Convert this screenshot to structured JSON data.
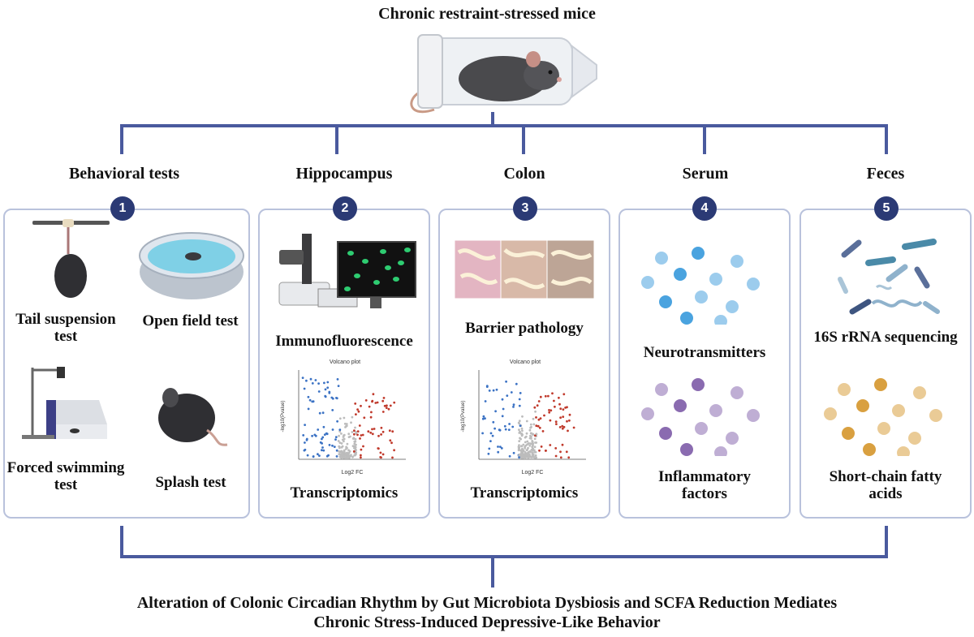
{
  "title": "Chronic restraint-stressed mice",
  "sections": [
    {
      "number": "1",
      "heading": "Behavioral tests",
      "items": [
        "Tail suspension test",
        "Open field test",
        "Forced swimming test",
        "Splash test"
      ]
    },
    {
      "number": "2",
      "heading": "Hippocampus",
      "items": [
        "Immunofluorescence",
        "Transcriptomics"
      ]
    },
    {
      "number": "3",
      "heading": "Colon",
      "items": [
        "Barrier pathology",
        "Transcriptomics"
      ]
    },
    {
      "number": "4",
      "heading": "Serum",
      "items": [
        "Neurotransmitters",
        "Inflammatory factors"
      ]
    },
    {
      "number": "5",
      "heading": "Feces",
      "items": [
        "16S rRNA sequencing",
        "Short-chain fatty acids"
      ]
    }
  ],
  "volcano": {
    "title": "Volcano plot",
    "xlabel": "Log2 FC",
    "ylabel": "-log10(Pvalue)"
  },
  "conclusion": {
    "line1": "Alteration of Colonic Circadian Rhythm by Gut Microbiota Dysbiosis and SCFA Reduction Mediates",
    "line2": "Chronic Stress-Induced Depressive-Like Behavior"
  },
  "colors": {
    "connector": "#4a5a9e",
    "badge": "#2b3a75",
    "panel_border": "#b9c2dc",
    "neurotransmitter_dot": "#4aa3df",
    "inflammatory_dot": "#8a6bb0",
    "scfa_dot": "#d9a040",
    "volcano_up": "#c0392b",
    "volcano_down": "#3b72c4"
  }
}
